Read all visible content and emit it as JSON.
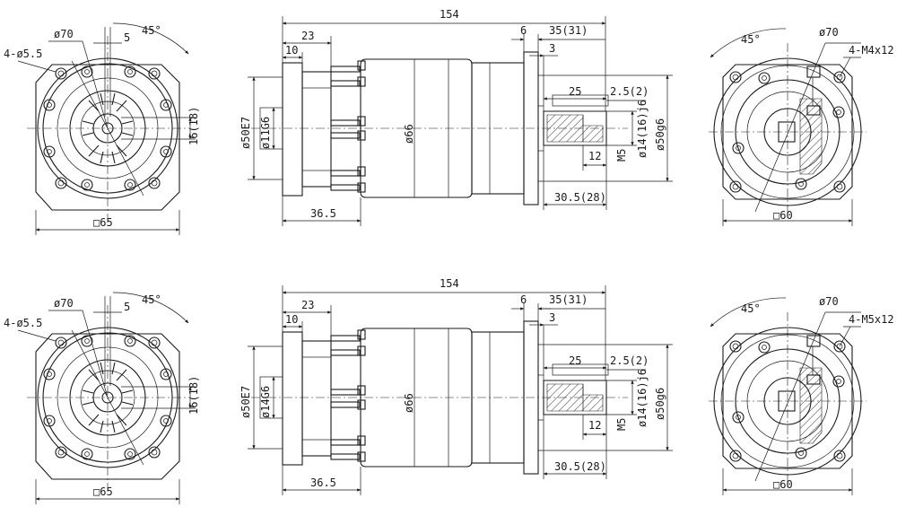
{
  "rows": [
    {
      "front": {
        "d70": "ø70",
        "angle": "45°",
        "holes": "4-ø5.5",
        "gap": "5",
        "key": "16(18)",
        "square": "□65"
      },
      "side": {
        "len154": "154",
        "len23": "23",
        "len10": "10",
        "len6": "6",
        "len35": "35(31)",
        "len3": "3",
        "len25": "25",
        "len2_5": "2.5(2)",
        "len12": "12",
        "m5": "M5",
        "len36_5": "36.5",
        "len30_5": "30.5(28)",
        "d50e7": "ø50E7",
        "d11": "ø11G6",
        "d66": "ø66",
        "d14": "ø14(16)j6",
        "d50g6": "ø50g6"
      },
      "rear": {
        "d70": "ø70",
        "angle": "45°",
        "holes": "4-M4x12",
        "square": "□60"
      }
    },
    {
      "front": {
        "d70": "ø70",
        "angle": "45°",
        "holes": "4-ø5.5",
        "gap": "5",
        "key": "16(18)",
        "square": "□65"
      },
      "side": {
        "len154": "154",
        "len23": "23",
        "len10": "10",
        "len6": "6",
        "len35": "35(31)",
        "len3": "3",
        "len25": "25",
        "len2_5": "2.5(2)",
        "len12": "12",
        "m5": "M5",
        "len36_5": "36.5",
        "len30_5": "30.5(28)",
        "d50e7": "ø50E7",
        "d11": "ø14G6",
        "d66": "ø66",
        "d14": "ø14(16)j6",
        "d50g6": "ø50g6"
      },
      "rear": {
        "d70": "ø70",
        "angle": "45°",
        "holes": "4-M5x12",
        "square": "□60"
      }
    }
  ]
}
